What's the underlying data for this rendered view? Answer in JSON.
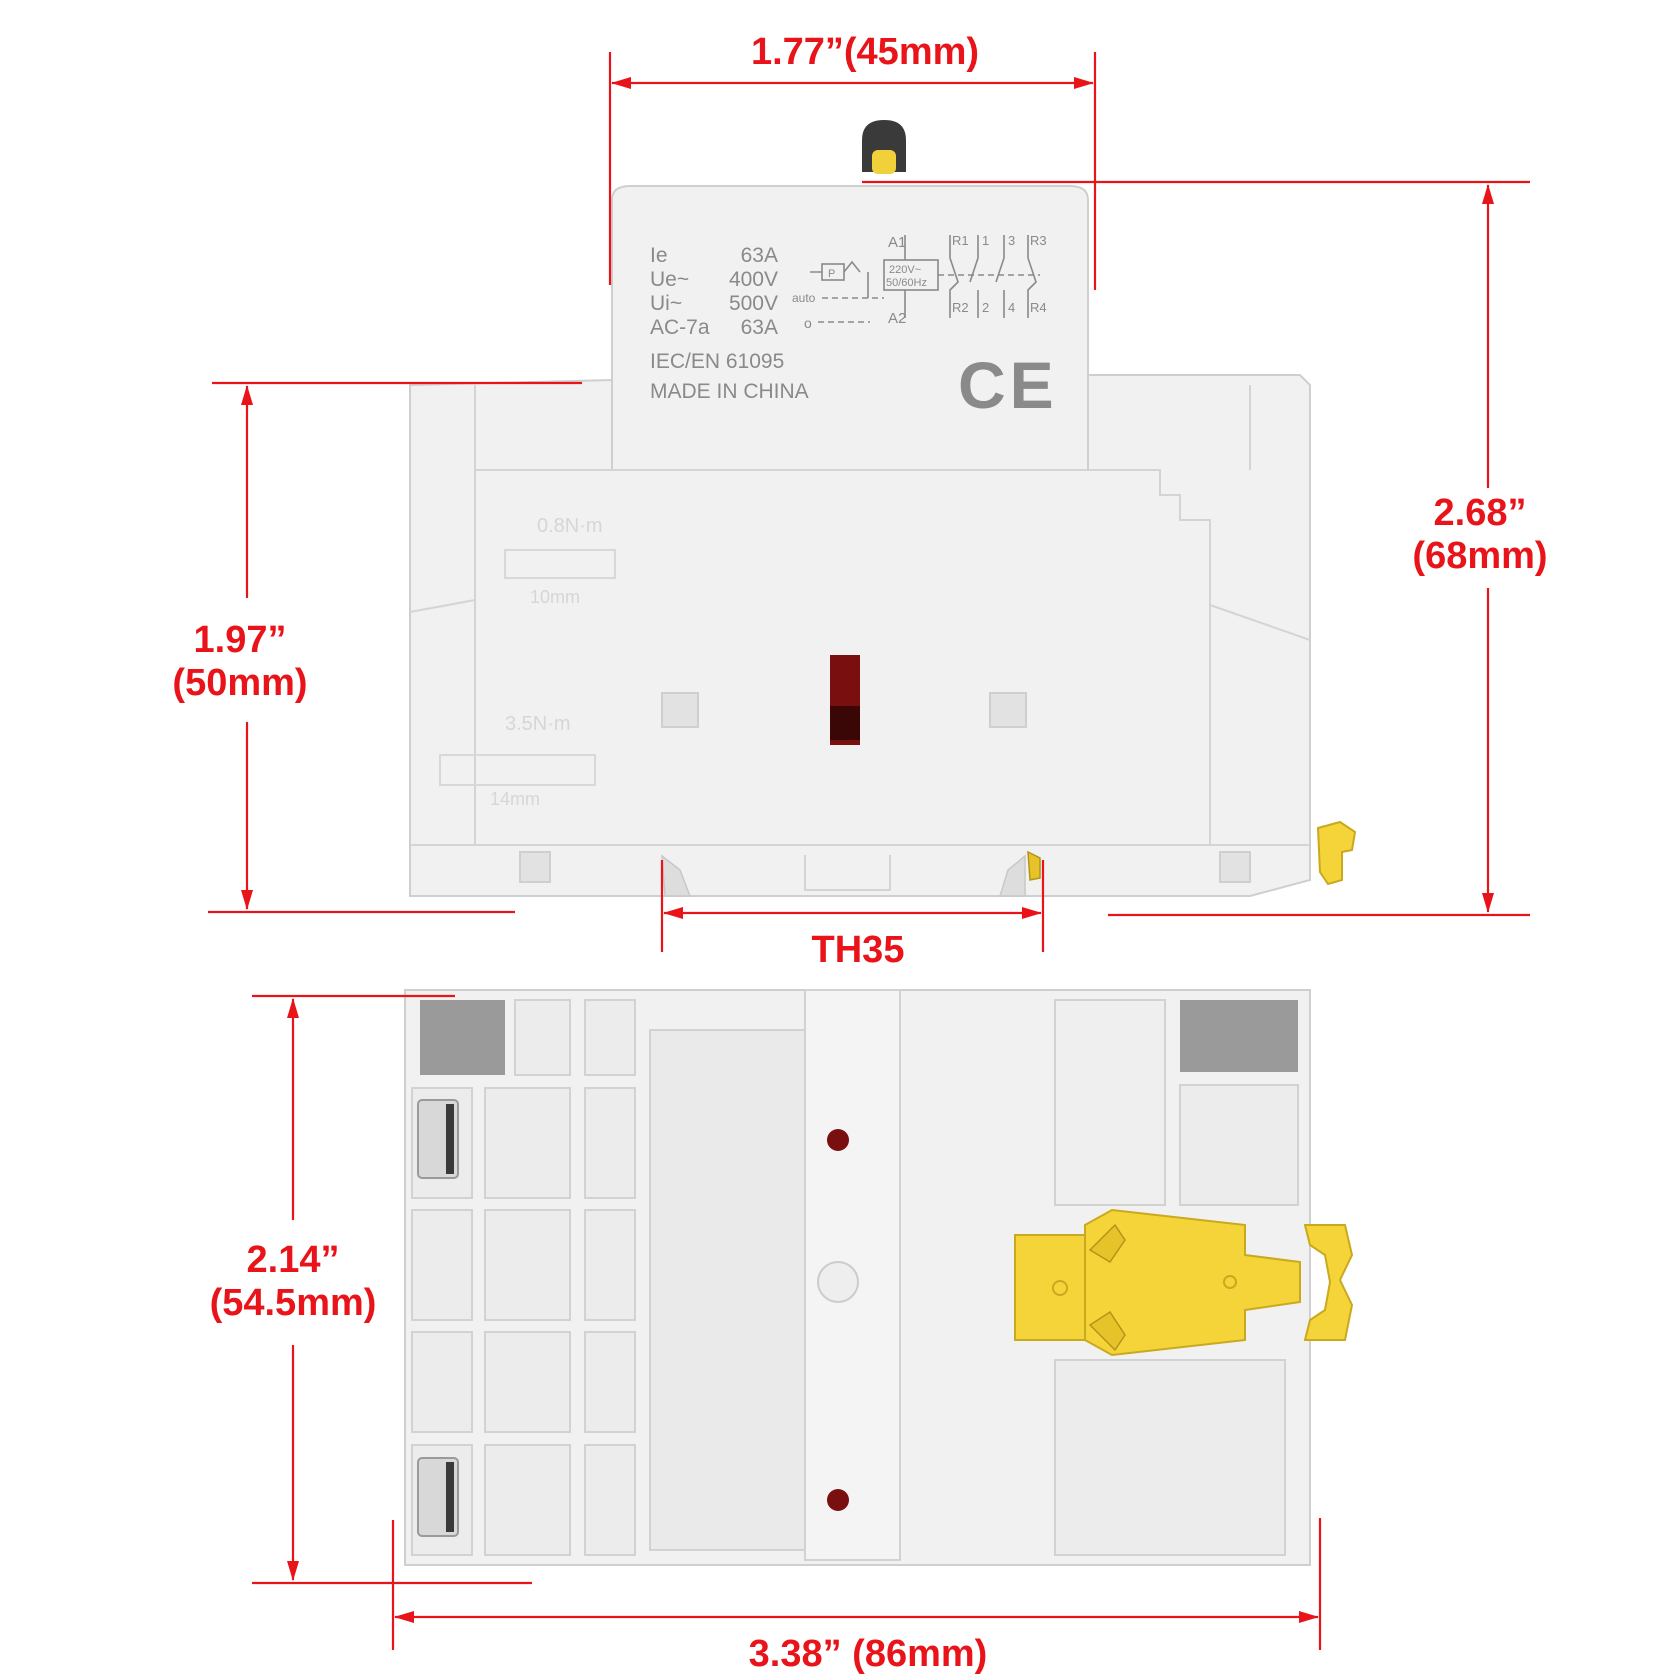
{
  "dimensions": {
    "top_width": "1.77”(45mm)",
    "left_height_inch": "1.97”",
    "left_height_mm": "(50mm)",
    "right_height_inch": "2.68”",
    "right_height_mm": "(68mm)",
    "rail": "TH35",
    "bottom_height_inch": "2.14”",
    "bottom_height_mm": "(54.5mm)",
    "bottom_width": "3.38” (86mm)"
  },
  "specs": {
    "rows": [
      {
        "label": "Ie",
        "value": "63A"
      },
      {
        "label": "Ue~",
        "value": "400V"
      },
      {
        "label": "Ui~",
        "value": "500V"
      },
      {
        "label": "AC-7a",
        "value": "63A"
      }
    ],
    "standard": "IEC/EN 61095",
    "origin": "MADE IN CHINA",
    "cert_mark": "CE"
  },
  "wiring": {
    "a1": "A1",
    "a2": "A2",
    "coil_voltage": "220V~",
    "coil_freq": "50/60Hz",
    "auto": "auto",
    "off": "o",
    "p": "P",
    "r1": "R1",
    "t1": "1",
    "t3": "3",
    "r3": "R3",
    "r2": "R2",
    "t2": "2",
    "t4": "4",
    "r4": "R4"
  },
  "embossed": {
    "torque_top": "0.8N·m",
    "strip_top": "10mm",
    "torque_bottom": "3.5N·m",
    "strip_bottom": "14mm"
  },
  "colors": {
    "dimension": "#e8141a",
    "body": "#f1f1f1",
    "clip": "#f5d43a",
    "indicator": "#7a0f0f"
  }
}
